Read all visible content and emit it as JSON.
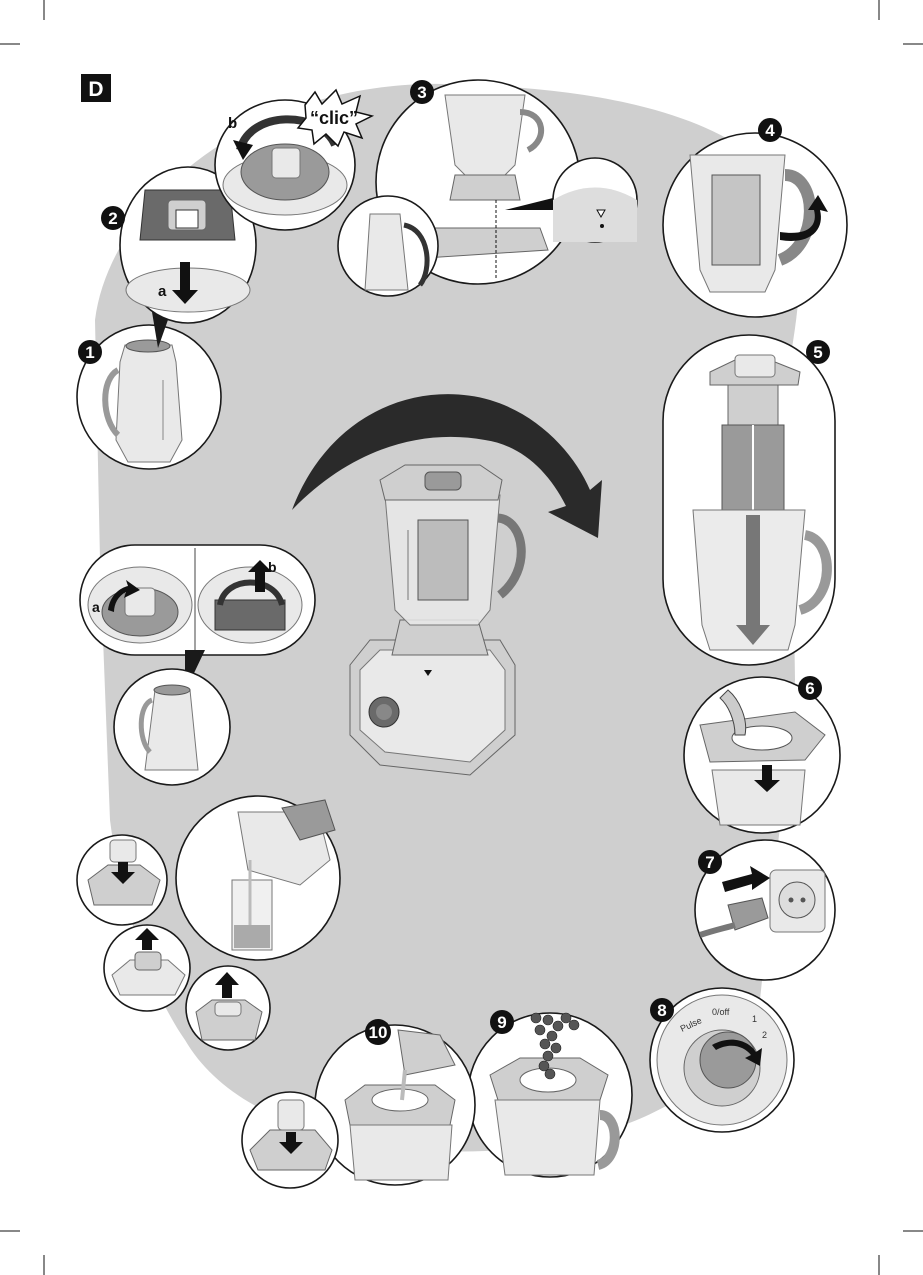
{
  "section_label": "D",
  "sound_text": "“clic”",
  "steps": [
    "1",
    "2",
    "3",
    "4",
    "5",
    "6",
    "7",
    "8",
    "9",
    "10"
  ],
  "sub_labels": {
    "a": "a",
    "b": "b"
  },
  "dial": {
    "pulse": "Pulse",
    "off": "0/off",
    "one": "1",
    "two": "2"
  }
}
